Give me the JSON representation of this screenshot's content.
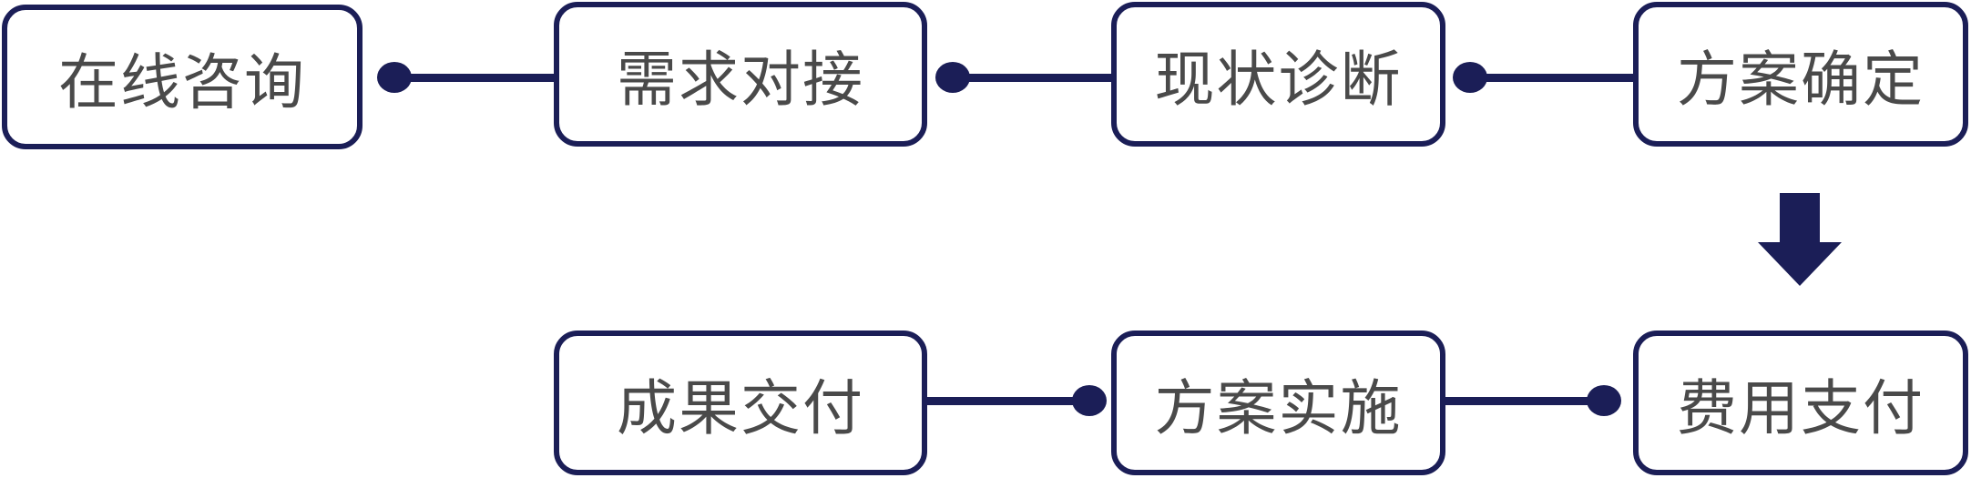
{
  "colors": {
    "border": "#1b1e57",
    "text": "#4a4a4a",
    "background": "#ffffff"
  },
  "steps": [
    {
      "label": "在线咨询"
    },
    {
      "label": "需求对接"
    },
    {
      "label": "现状诊断"
    },
    {
      "label": "方案确定"
    },
    {
      "label": "费用支付"
    },
    {
      "label": "方案实施"
    },
    {
      "label": "成果交付"
    }
  ],
  "icons": {
    "flow_turn": "arrow-down-icon"
  }
}
